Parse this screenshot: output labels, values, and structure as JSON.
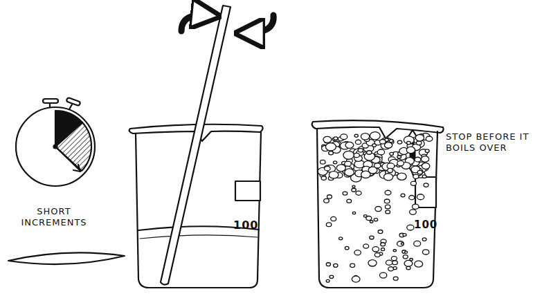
{
  "diagram": {
    "labels": [
      "SHORT INCREMENTS",
      "STOP BEFORE IT BOILS OVER",
      "100",
      "100"
    ]
  }
}
